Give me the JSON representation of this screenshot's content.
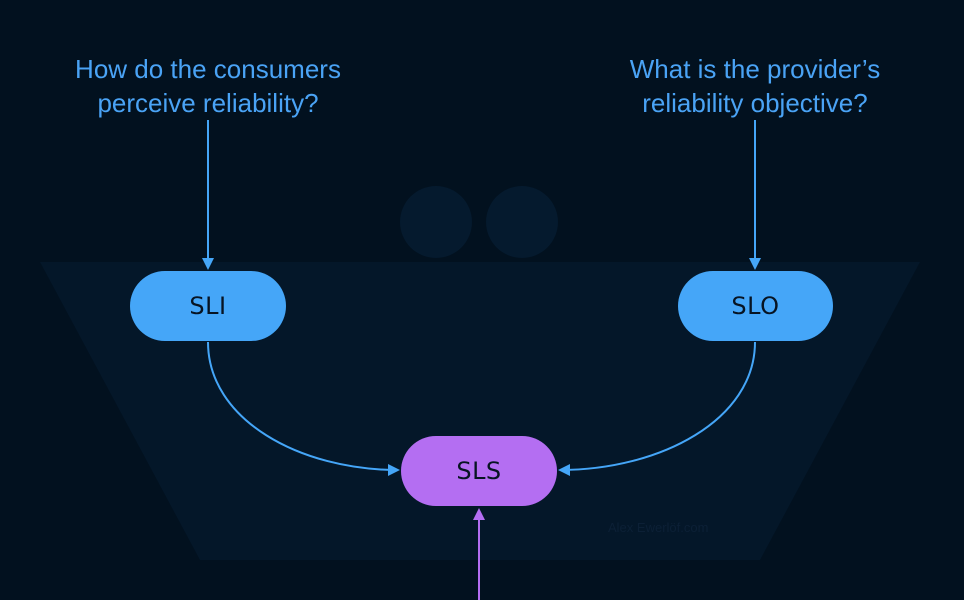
{
  "questions": {
    "left": {
      "line1": "How do the consumers",
      "line2": "perceive reliability?"
    },
    "right": {
      "line1": "What is the provider’s",
      "line2": "reliability objective?"
    }
  },
  "nodes": {
    "sli": {
      "label": "SLI"
    },
    "slo": {
      "label": "SLO"
    },
    "sls": {
      "label": "SLS"
    }
  },
  "watermark": "Alex Ewerlöf.com",
  "colors": {
    "background": "#02111f",
    "blue": "#45a6f8",
    "question_text": "#4aa3f5",
    "purple": "#b46ef2",
    "node_text": "#071423"
  }
}
